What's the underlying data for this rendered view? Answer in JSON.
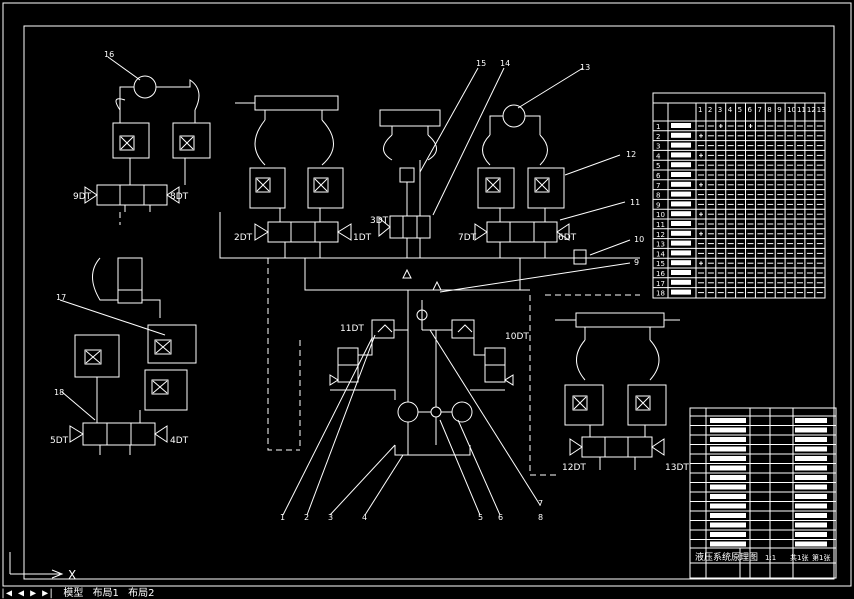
{
  "labels": {
    "solenoids": [
      "9DT",
      "8DT",
      "2DT",
      "1DT",
      "3DT",
      "7DT",
      "6DT",
      "11DT",
      "10DT",
      "5DT",
      "4DT",
      "12DT",
      "13DT"
    ],
    "callouts": [
      "16",
      "15",
      "14",
      "13",
      "12",
      "11",
      "10",
      "9",
      "17",
      "18",
      "1",
      "2",
      "3",
      "4",
      "5",
      "6",
      "7",
      "8"
    ]
  },
  "table": {
    "col_header_digits": [
      "1",
      "2",
      "3",
      "4",
      "5",
      "6",
      "7",
      "8",
      "9",
      "10",
      "11",
      "12",
      "13"
    ],
    "row_numbers": [
      "1",
      "2",
      "3",
      "4",
      "5",
      "6",
      "7",
      "8",
      "9",
      "10",
      "11",
      "12",
      "13",
      "14",
      "15",
      "16",
      "17",
      "18"
    ]
  },
  "title_block": {
    "drawing_title": "液压系统原理图",
    "sheet_info": [
      "1:1",
      "共1张",
      "第1张"
    ]
  },
  "ucs_axis": "X",
  "tabs": [
    "模型",
    "布局1",
    "布局2"
  ],
  "colors": {
    "background": "#000000",
    "lines": "#ffffff"
  }
}
